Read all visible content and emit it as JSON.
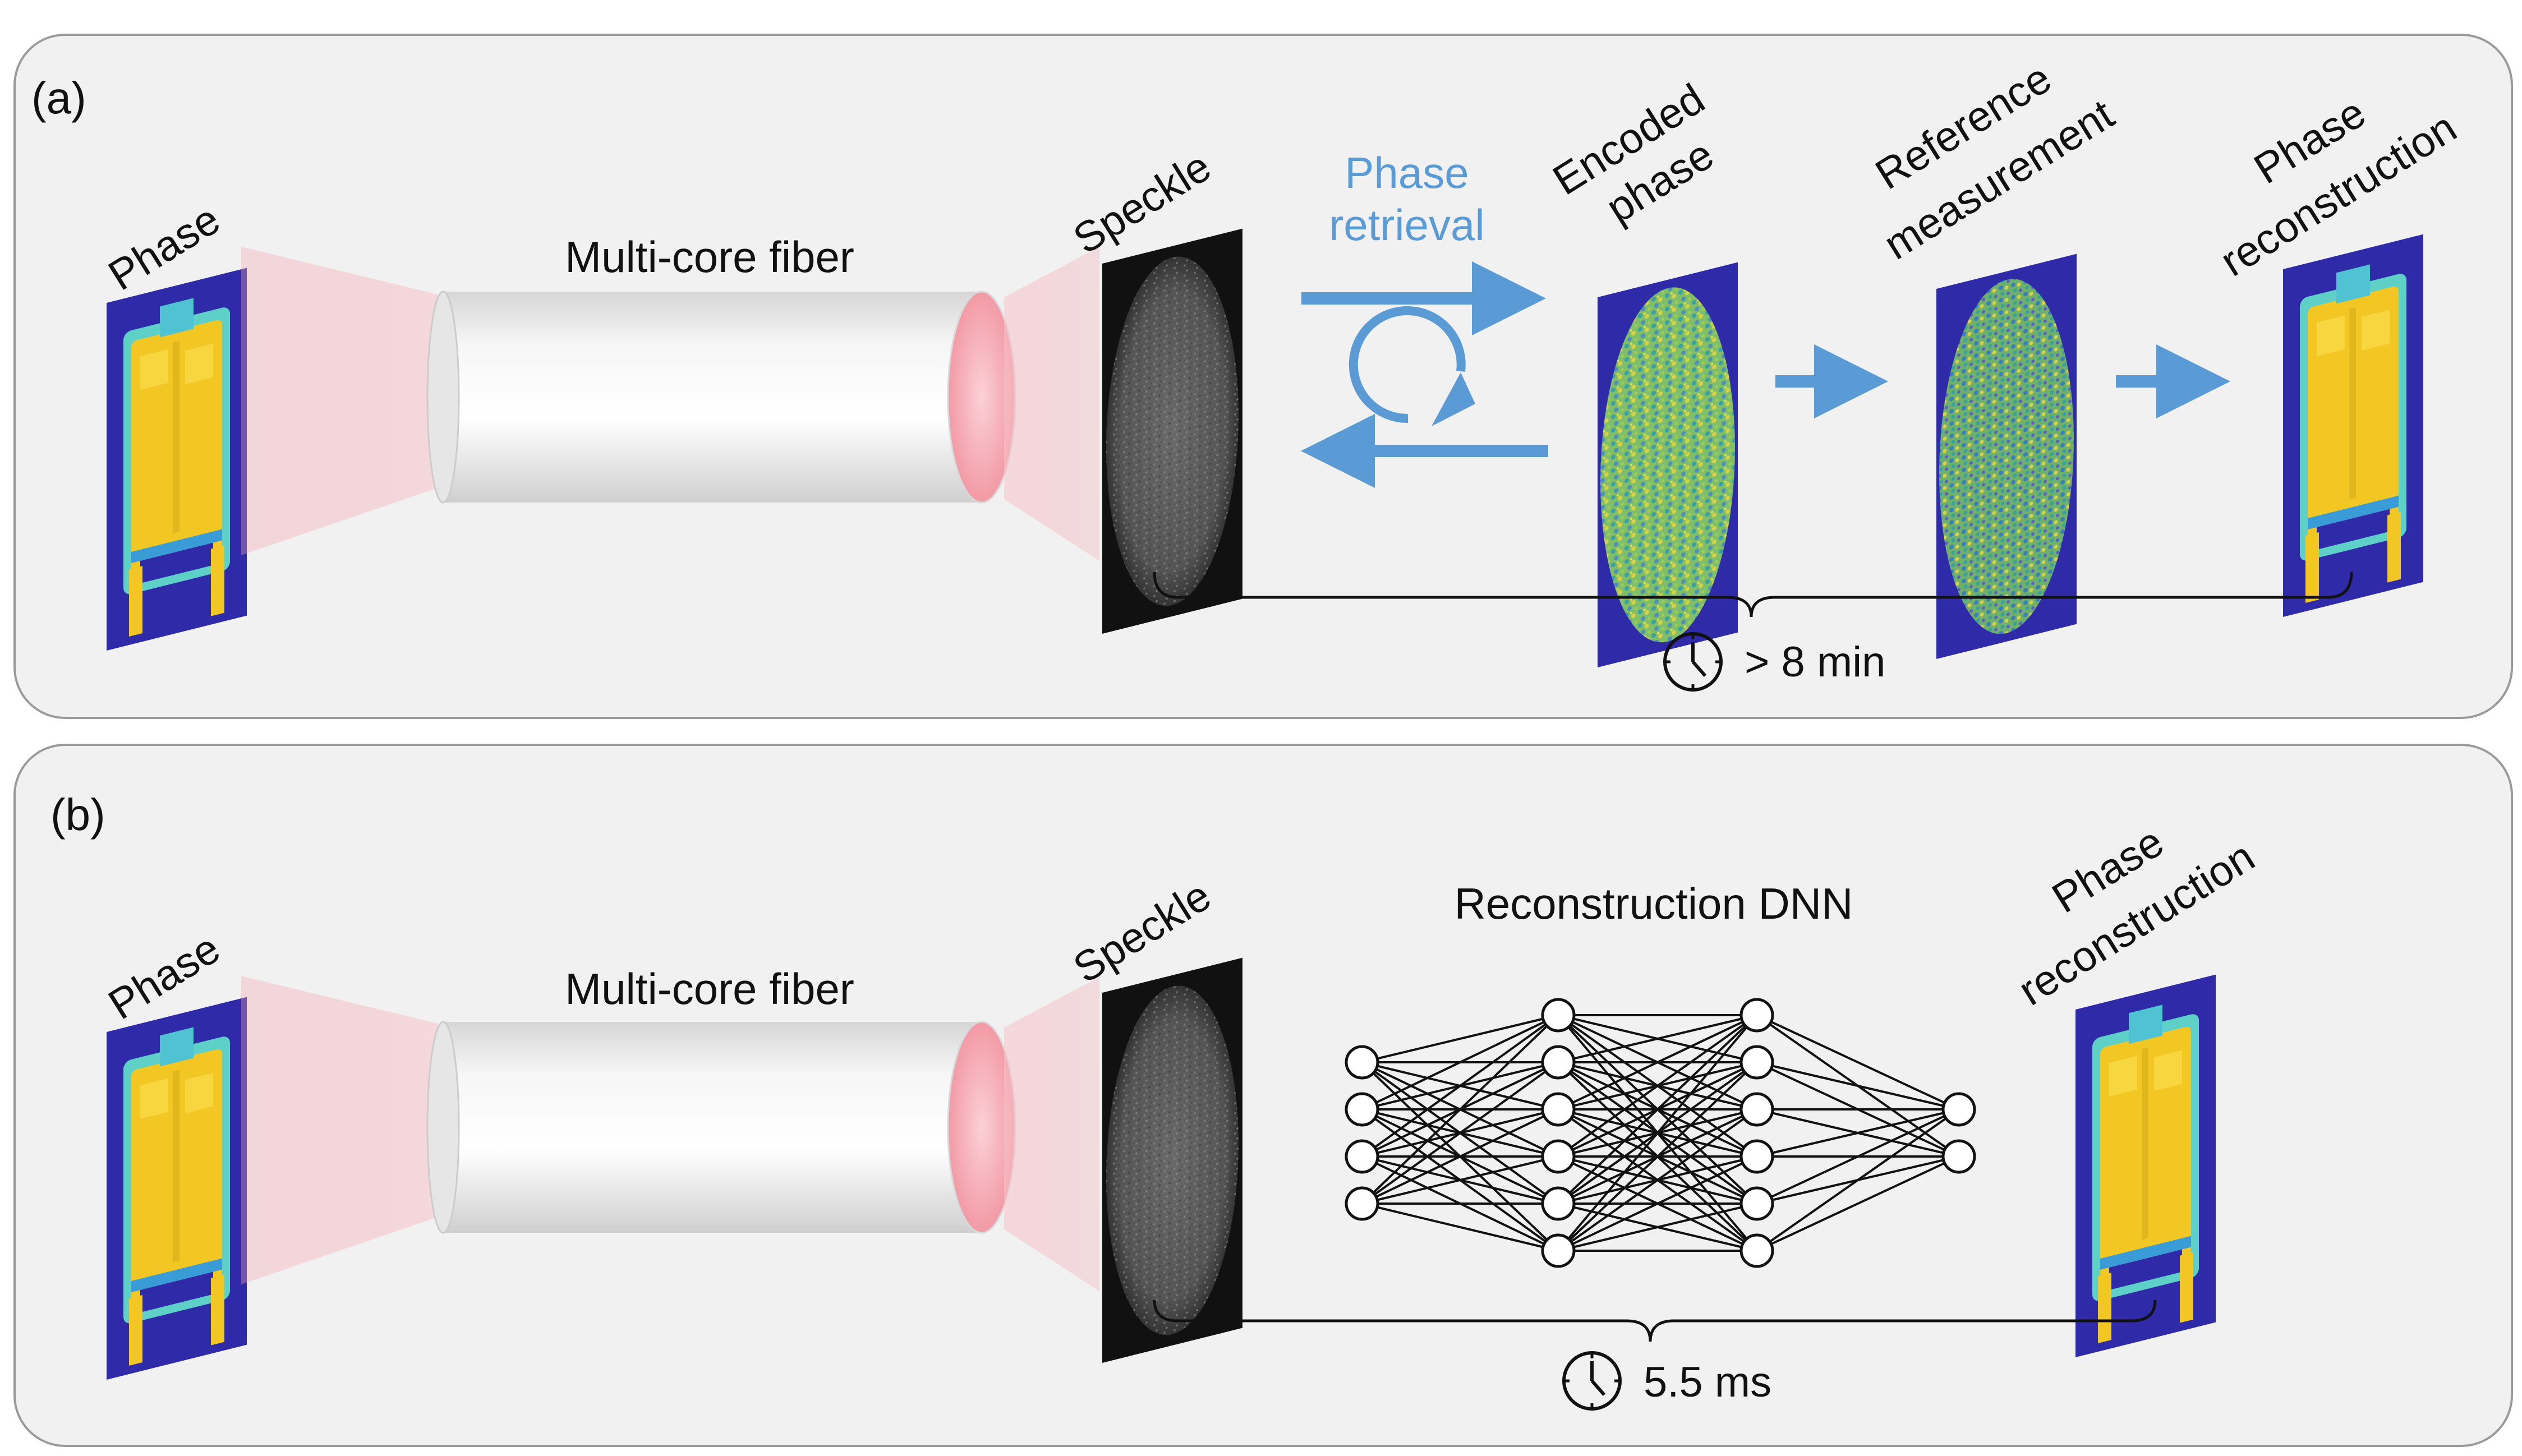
{
  "panel_a": {
    "tag": "(a)",
    "input_label": "Phase",
    "fiber_label": "Multi-core fiber",
    "speckle_label": "Speckle",
    "retrieval_label_line1": "Phase",
    "retrieval_label_line2": "retrieval",
    "encoded_label_line1": "Encoded",
    "encoded_label_line2": "phase",
    "reference_label_line1": "Reference",
    "reference_label_line2": "measurement",
    "recon_label_line1": "Phase",
    "recon_label_line2": "reconstruction",
    "time": "> 8 min"
  },
  "panel_b": {
    "tag": "(b)",
    "input_label": "Phase",
    "fiber_label": "Multi-core fiber",
    "speckle_label": "Speckle",
    "dnn_label": "Reconstruction DNN",
    "recon_label_line1": "Phase",
    "recon_label_line2": "reconstruction",
    "time": "5.5 ms"
  },
  "dnn_layers": [
    4,
    6,
    6,
    2
  ],
  "colors": {
    "panel_bg": "#f1f1f1",
    "panel_border": "#9a9a9a",
    "accent_blue": "#5b9bd5",
    "phase_bg": "#2e2aa8",
    "phase_fill": "#f2c724",
    "beam": "#f4b6bd",
    "speckle": "#2a2a2a"
  },
  "icons": {
    "clock": "clock-icon",
    "loop": "loop-arrow-icon",
    "arrow": "arrow-right-icon"
  }
}
